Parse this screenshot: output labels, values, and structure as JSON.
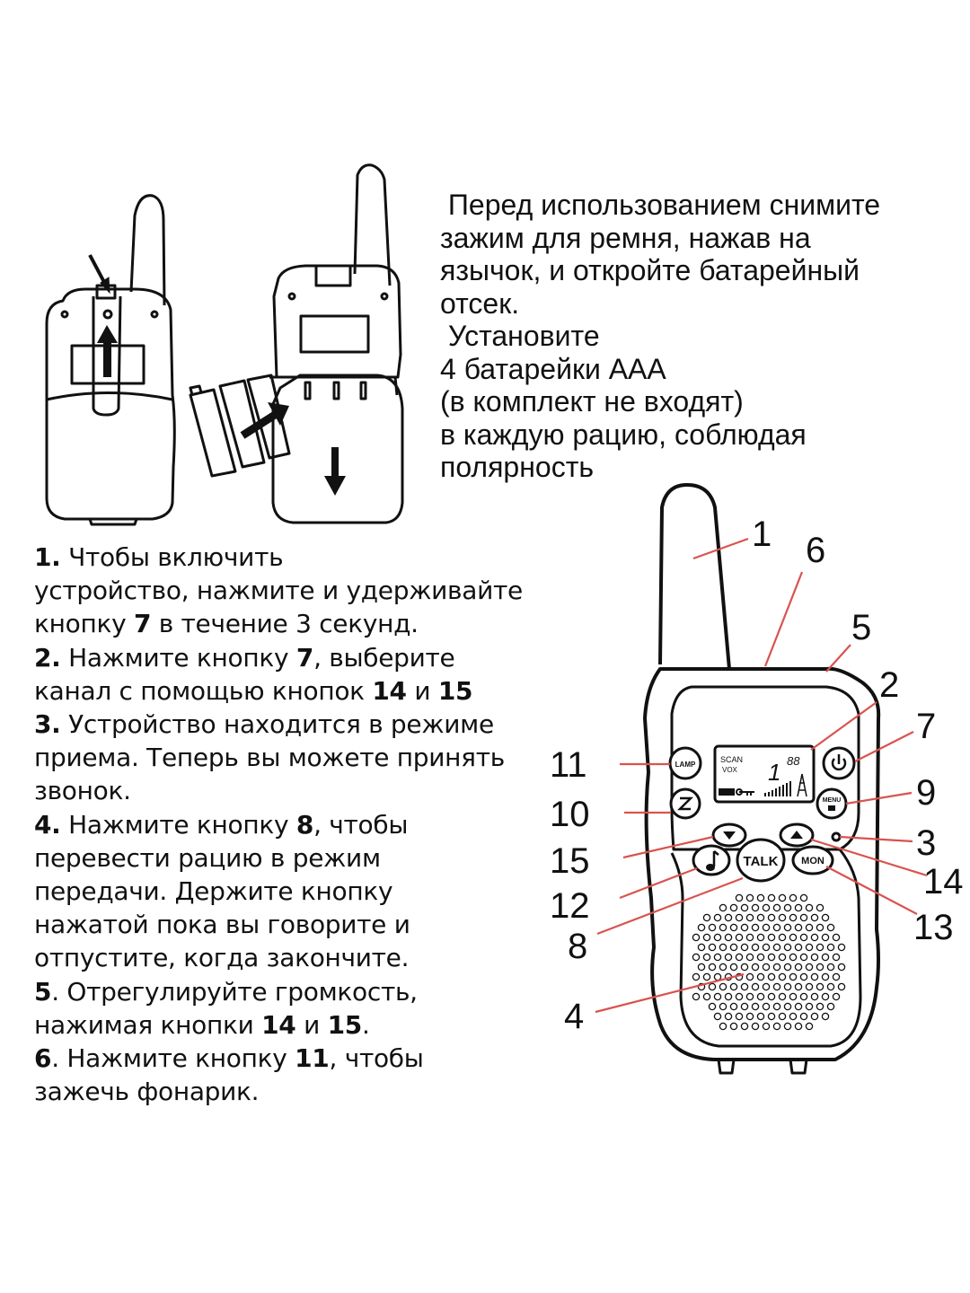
{
  "intro": {
    "lines": [
      " Перед использованием снимите",
      "зажим для ремня, нажав на",
      "язычок, и откройте батарейный",
      "отсек.",
      " Установите",
      "4 батарейки AAA",
      "(в комплект не входят)",
      "в каждую рацию, соблюдая",
      "полярность"
    ]
  },
  "steps": {
    "s1": {
      "num": "1.",
      "line1": " Чтобы включить",
      "line2": "устройство, нажмите и удерживайте",
      "line3a": "кнопку ",
      "k1": "7",
      "line3b": " в течение 3 секунд."
    },
    "s2": {
      "num": "2.",
      "line1a": " Нажмите кнопку ",
      "k1": "7",
      "line1b": ", выберите",
      "line2a": "канал с помощью кнопок ",
      "k2": "14",
      "mid": " и ",
      "k3": "15"
    },
    "s3": {
      "num": "3.",
      "line1": " Устройство находится в режиме",
      "line2": "приема. Теперь вы можете принять",
      "line3": "звонок."
    },
    "s4": {
      "num": "4.",
      "line1a": " Нажмите кнопку ",
      "k1": "8",
      "line1b": ", чтобы",
      "line2": "перевести рацию в режим",
      "line3": "передачи.  Держите кнопку",
      "line4": "нажатой пока вы говорите и",
      "line5": "отпустите, когда закончите."
    },
    "s5": {
      "num": "5",
      "line1": ". Отрегулируйте громкость,",
      "line2a": "нажимая кнопки ",
      "k1": "14",
      "mid": " и ",
      "k2": "15",
      "end": "."
    },
    "s6": {
      "num": "6",
      "line1a": ". Нажмите кнопку ",
      "k1": "11",
      "line1b": ", чтобы",
      "line2": "зажечь фонарик."
    }
  },
  "callouts": [
    "1",
    "2",
    "3",
    "4",
    "5",
    "6",
    "7",
    "8",
    "9",
    "10",
    "11",
    "12",
    "13",
    "14",
    "15"
  ],
  "device": {
    "lcd_scan": "SCAN",
    "lcd_vox": "VOX",
    "lcd_channel": "1",
    "lcd_digits": "88",
    "btn_lamp": "LAMP",
    "btn_menu": "MENU",
    "btn_talk": "TALK",
    "btn_mon": "MON"
  },
  "colors": {
    "leader_line": "#d9534f",
    "ink": "#111111"
  }
}
